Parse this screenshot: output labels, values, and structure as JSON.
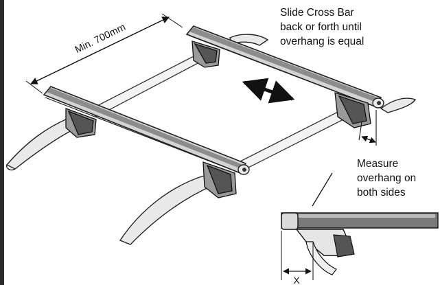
{
  "diagram": {
    "dimension_label": "Min. 700mm",
    "instruction_slide": [
      "Slide Cross Bar",
      "back or forth until",
      "overhang is equal"
    ],
    "instruction_measure": [
      "Measure",
      "overhang on",
      "both sides"
    ],
    "overhang_label": "X"
  }
}
